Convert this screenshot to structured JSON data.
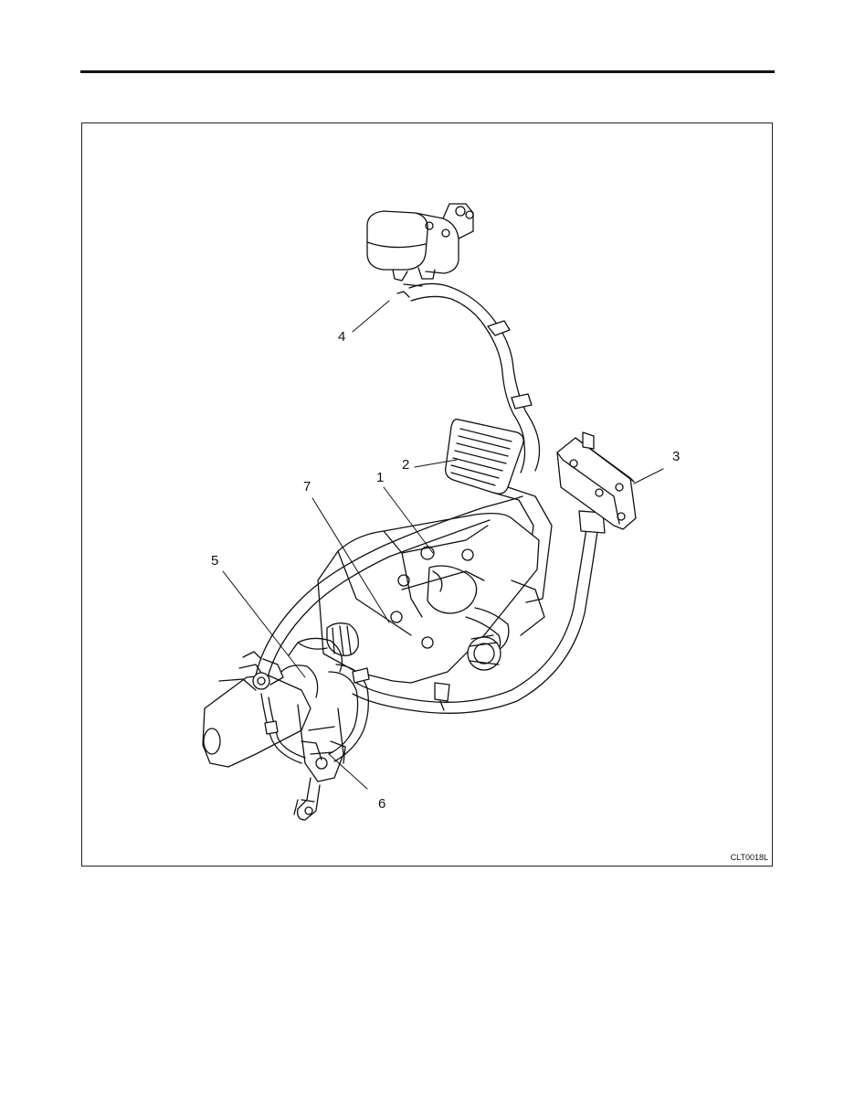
{
  "figure": {
    "code": "CLT0018L",
    "callouts": {
      "c1": "1",
      "c2": "2",
      "c3": "3",
      "c4": "4",
      "c5": "5",
      "c6": "6",
      "c7": "7"
    }
  }
}
